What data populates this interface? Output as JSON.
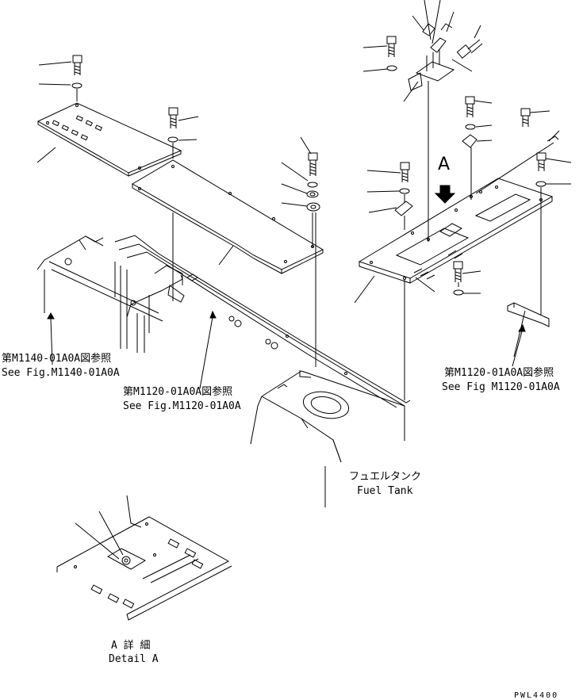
{
  "labels": {
    "ref_left_jp": "第M1140-01A0A図参照",
    "ref_left_en": "See Fig.M1140-01A0A",
    "ref_center_jp": "第M1120-01A0A図参照",
    "ref_center_en": "See Fig.M1120-01A0A",
    "ref_right_jp": "第M1120-01A0A図参照",
    "ref_right_en": "See Fig M1120-01A0A",
    "fuel_tank_jp": "フュエルタンク",
    "fuel_tank_en": "Fuel Tank",
    "view_marker": "A",
    "detail_jp": "A 詳 細",
    "detail_en": "Detail A",
    "drawing_code": "PWL4400"
  },
  "colors": {
    "ink": "#000000",
    "paper": "#ffffff"
  }
}
